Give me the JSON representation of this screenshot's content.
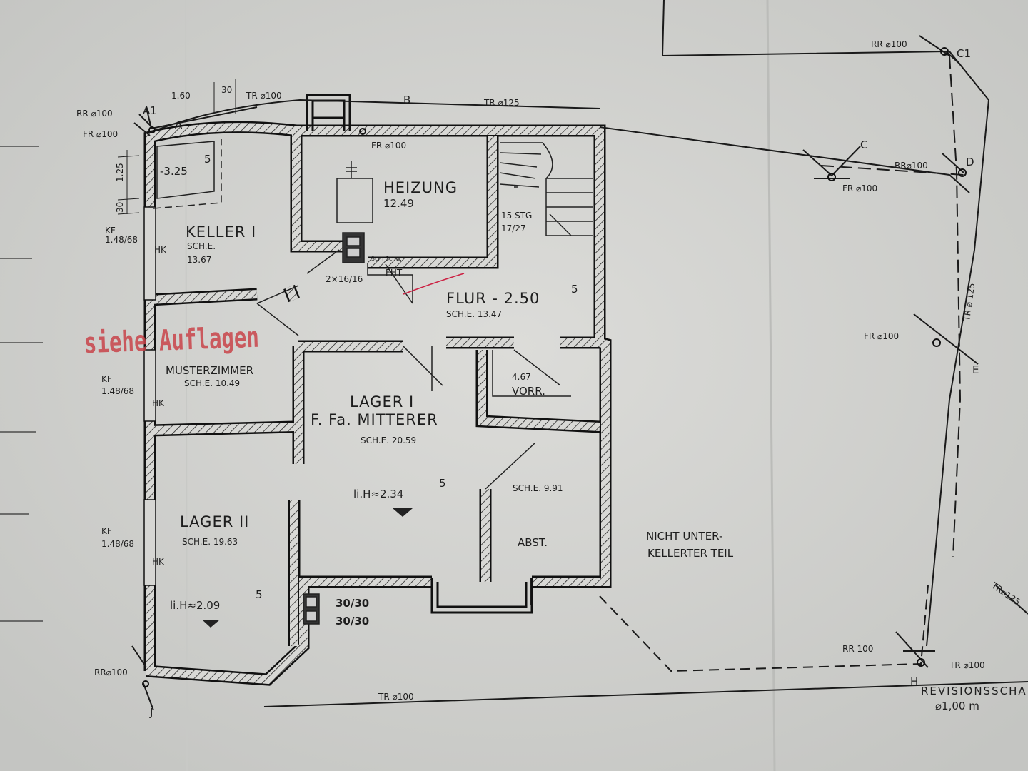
{
  "plan": {
    "rooms": {
      "keller": {
        "name": "KELLER I",
        "sche": "SCH.E.",
        "area": "13.67"
      },
      "heizung": {
        "name": "HEIZUNG",
        "area": "12.49"
      },
      "flur": {
        "name": "FLUR  - 2.50",
        "sup": "5",
        "sche": "SCH.E.   13.47"
      },
      "muster": {
        "name": "MUSTERZIMMER",
        "sche": "SCH.E.  10.49"
      },
      "lager1": {
        "name": "LAGER I",
        "sub": "F. Fa. MITTERER",
        "sche": "SCH.E.   20.59",
        "height": "li.H≈2.34",
        "height_sup": "5"
      },
      "vorr": {
        "area": "4.67",
        "name": "VORR."
      },
      "abst": {
        "sche": "SCH.E.  9.91",
        "name": "ABST."
      },
      "lager2": {
        "name": "LAGER II",
        "sche": "SCH.E.   19.63",
        "height": "li.H≈2.09",
        "height_sup": "5"
      },
      "nicht": {
        "line1": "NICHT  UNTER-",
        "line2": "KELLERTER  TEIL"
      }
    },
    "stairs": {
      "steps": "15 STG",
      "ratio": "17/27"
    },
    "annotations": {
      "level": "-3.25",
      "level_sup": "5",
      "dim_160": "1.60",
      "dim_30": "30",
      "dim_125": "1.25",
      "dim_30b": "30",
      "kf": "KF",
      "kf_size": "1.48/68",
      "hk": "HK",
      "chimney": "2×16/16",
      "schw": "3cm Schw.",
      "fht": "FHT",
      "shaft1": "30/30",
      "shaft2": "30/30"
    },
    "pipes": {
      "rr_a": "RR ⌀100",
      "fr_a": "FR ⌀100",
      "tr_top": "TR ⌀100",
      "tr_125": "TR ⌀125",
      "fr_b": "FR ⌀100",
      "rr_c1": "RR ⌀100",
      "rr_d": "RR⌀100",
      "fr_c": "FR ⌀100",
      "fr_e": "FR ⌀100",
      "tr_725": "TR ⌀ 125",
      "rr_100": "RR 100",
      "tr_right": "TR ⌀100",
      "tr_bottom": "TR    ⌀100",
      "rr_j": "RR⌀100",
      "tr_br": "TR⌀125"
    },
    "points": {
      "a1": "A1",
      "a": "A",
      "b": "B",
      "c1": "C1",
      "c": "C",
      "d": "D",
      "e": "E",
      "h": "H",
      "j": "J"
    },
    "revision": {
      "line1": "REVISIONSSCHA",
      "line2": "⌀1,00 m"
    },
    "stamp": "siehe Auflagen"
  }
}
